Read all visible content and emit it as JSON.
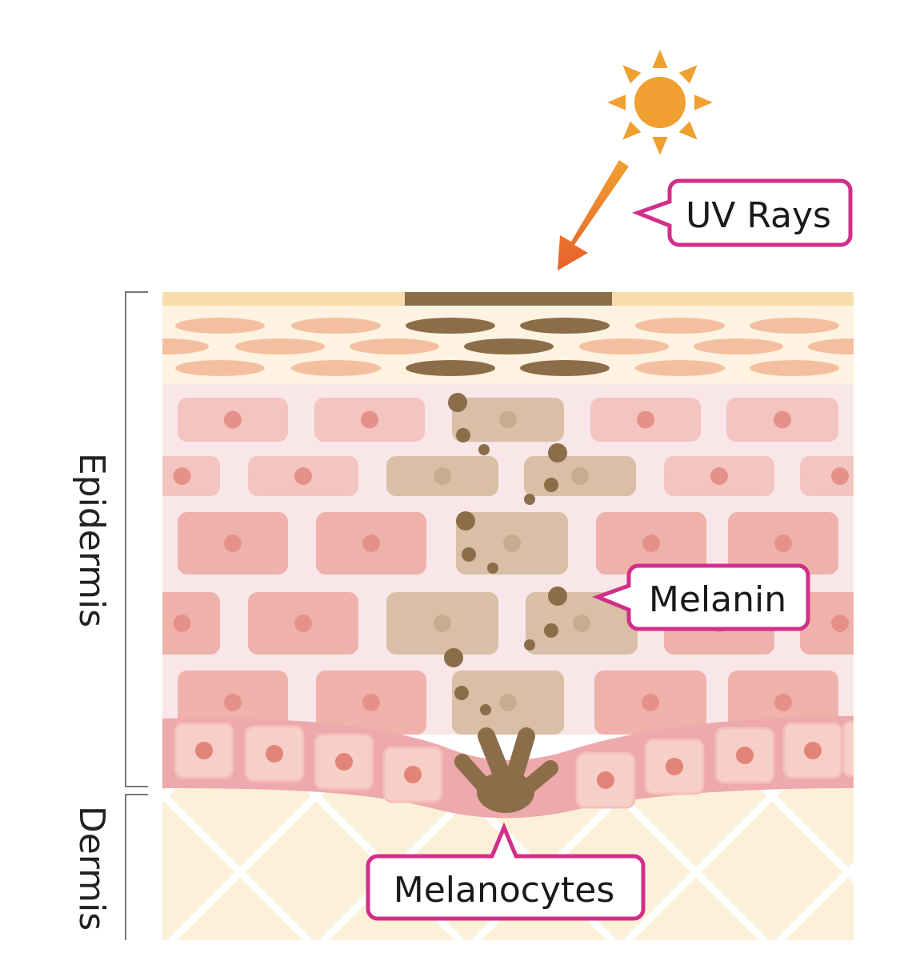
{
  "labels": {
    "uv_rays": "UV Rays",
    "melanin": "Melanin",
    "melanocytes": "Melanocytes",
    "epidermis": "Epidermis",
    "dermis": "Dermis"
  },
  "colors": {
    "callout_border": "#d12f8a",
    "sun": "#f0a030",
    "arrow_start": "#f0a030",
    "arrow_end": "#e8602a",
    "melanin": "#8c6d4a",
    "cell": "#f4c4bf",
    "cell_deep": "#efb2ab",
    "nucleus": "#e5918a",
    "pigmented_cell": "#d8bfa6",
    "dermis": "#fcf0d8",
    "corneum": "#fdf3e0"
  }
}
